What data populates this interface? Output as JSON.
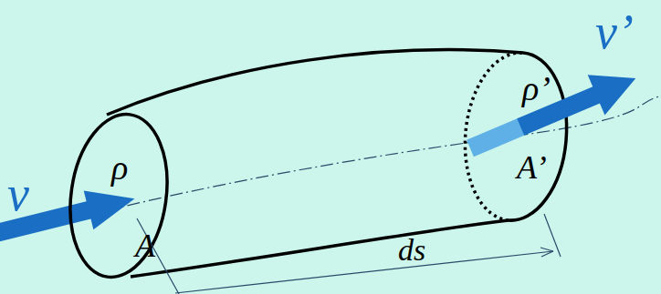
{
  "diagram": {
    "labels": [
      "v",
      "ρ",
      "A",
      "ρ’",
      "A’",
      "v’",
      "ds"
    ]
  }
}
